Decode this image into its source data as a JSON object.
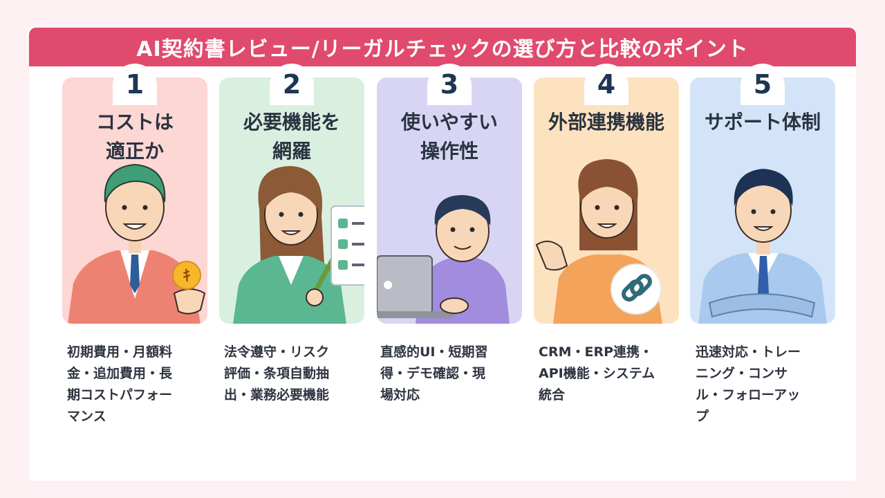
{
  "title": "AI契約書レビュー/リーガルチェックの選び方と比較のポイント",
  "cards": [
    {
      "number": "1",
      "title": "コストは\n適正か",
      "description": "初期費用・月額料\n金・追加費用・長\n期コストパフォー\nマンス",
      "bg": "#fdd7d4",
      "coin_glyph": "ｷ"
    },
    {
      "number": "2",
      "title": "必要機能を\n網羅",
      "description": "法令遵守・リスク\n評価・条項自動抽\n出・業務必要機能",
      "bg": "#d9f0e1"
    },
    {
      "number": "3",
      "title": "使いやすい\n操作性",
      "description": "直感的UI・短期習\n得・デモ確認・現\n場対応",
      "bg": "#d8d5f4"
    },
    {
      "number": "4",
      "title": "外部連携機能",
      "description": "CRM・ERP連携・\nAPI機能・システム\n統合",
      "bg": "#fde2bf"
    },
    {
      "number": "5",
      "title": "サポート体制",
      "description": "迅速対応・トレー\nニング・コンサ\nル・フォローアッ\nプ",
      "bg": "#d3e4f8"
    }
  ],
  "icons": [
    "coin-icon",
    "checklist-icon",
    "laptop-icon",
    "link-icon"
  ]
}
